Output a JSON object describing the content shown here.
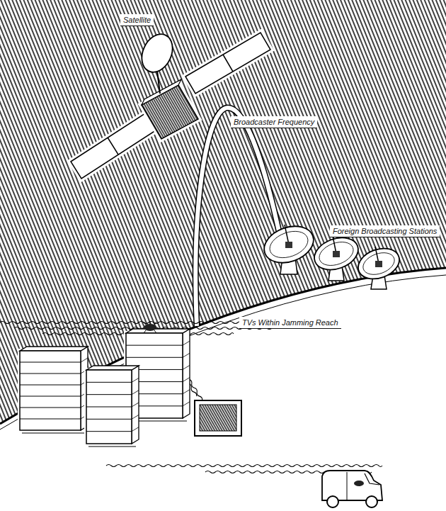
{
  "diagram": {
    "labels": [
      "Satellite",
      "Broadcaster Frequency",
      "Foreign Broadcasting Stations",
      "TVs Within Jamming Reach"
    ]
  }
}
